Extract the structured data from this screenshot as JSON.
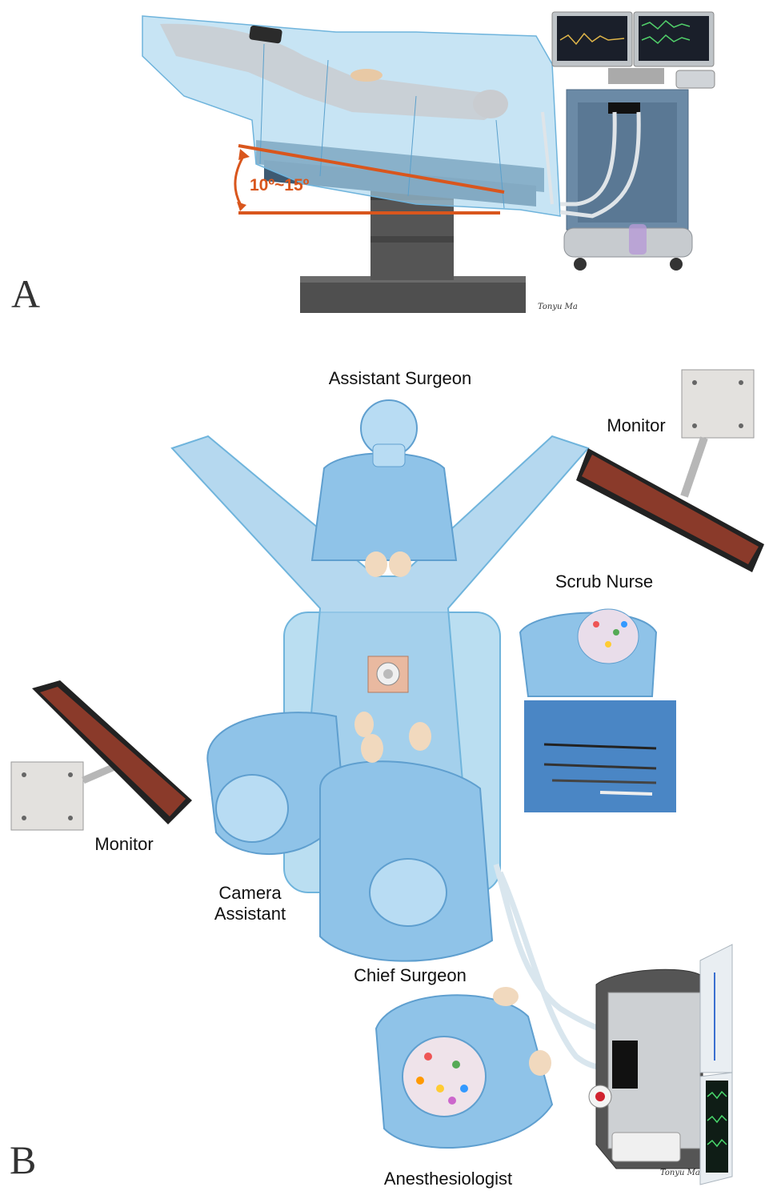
{
  "panel_a": {
    "letter": "A",
    "tilt_label": "10º~15º",
    "signature": "Tonyu Ma",
    "colors": {
      "tilt_line": "#d9561d",
      "drape": "#a9d6ee",
      "machine": "#6b8aa6",
      "table": "#5a5a5a"
    }
  },
  "panel_b": {
    "letter": "B",
    "labels": {
      "assistant_surgeon": "Assistant Surgeon",
      "monitor_right": "Monitor",
      "scrub_nurse": "Scrub Nurse",
      "monitor_left": "Monitor",
      "camera_assistant_line1": "Camera",
      "camera_assistant_line2": "Assistant",
      "chief_surgeon": "Chief Surgeon",
      "anesthesiologist": "Anesthesiologist"
    },
    "signature": "Tonyu Ma",
    "colors": {
      "gown": "#8fc3e8",
      "gown_dark": "#5f9fcf",
      "cap": "#b8dcf3",
      "tray": "#4a86c5",
      "skin": "#f1d9be"
    }
  }
}
